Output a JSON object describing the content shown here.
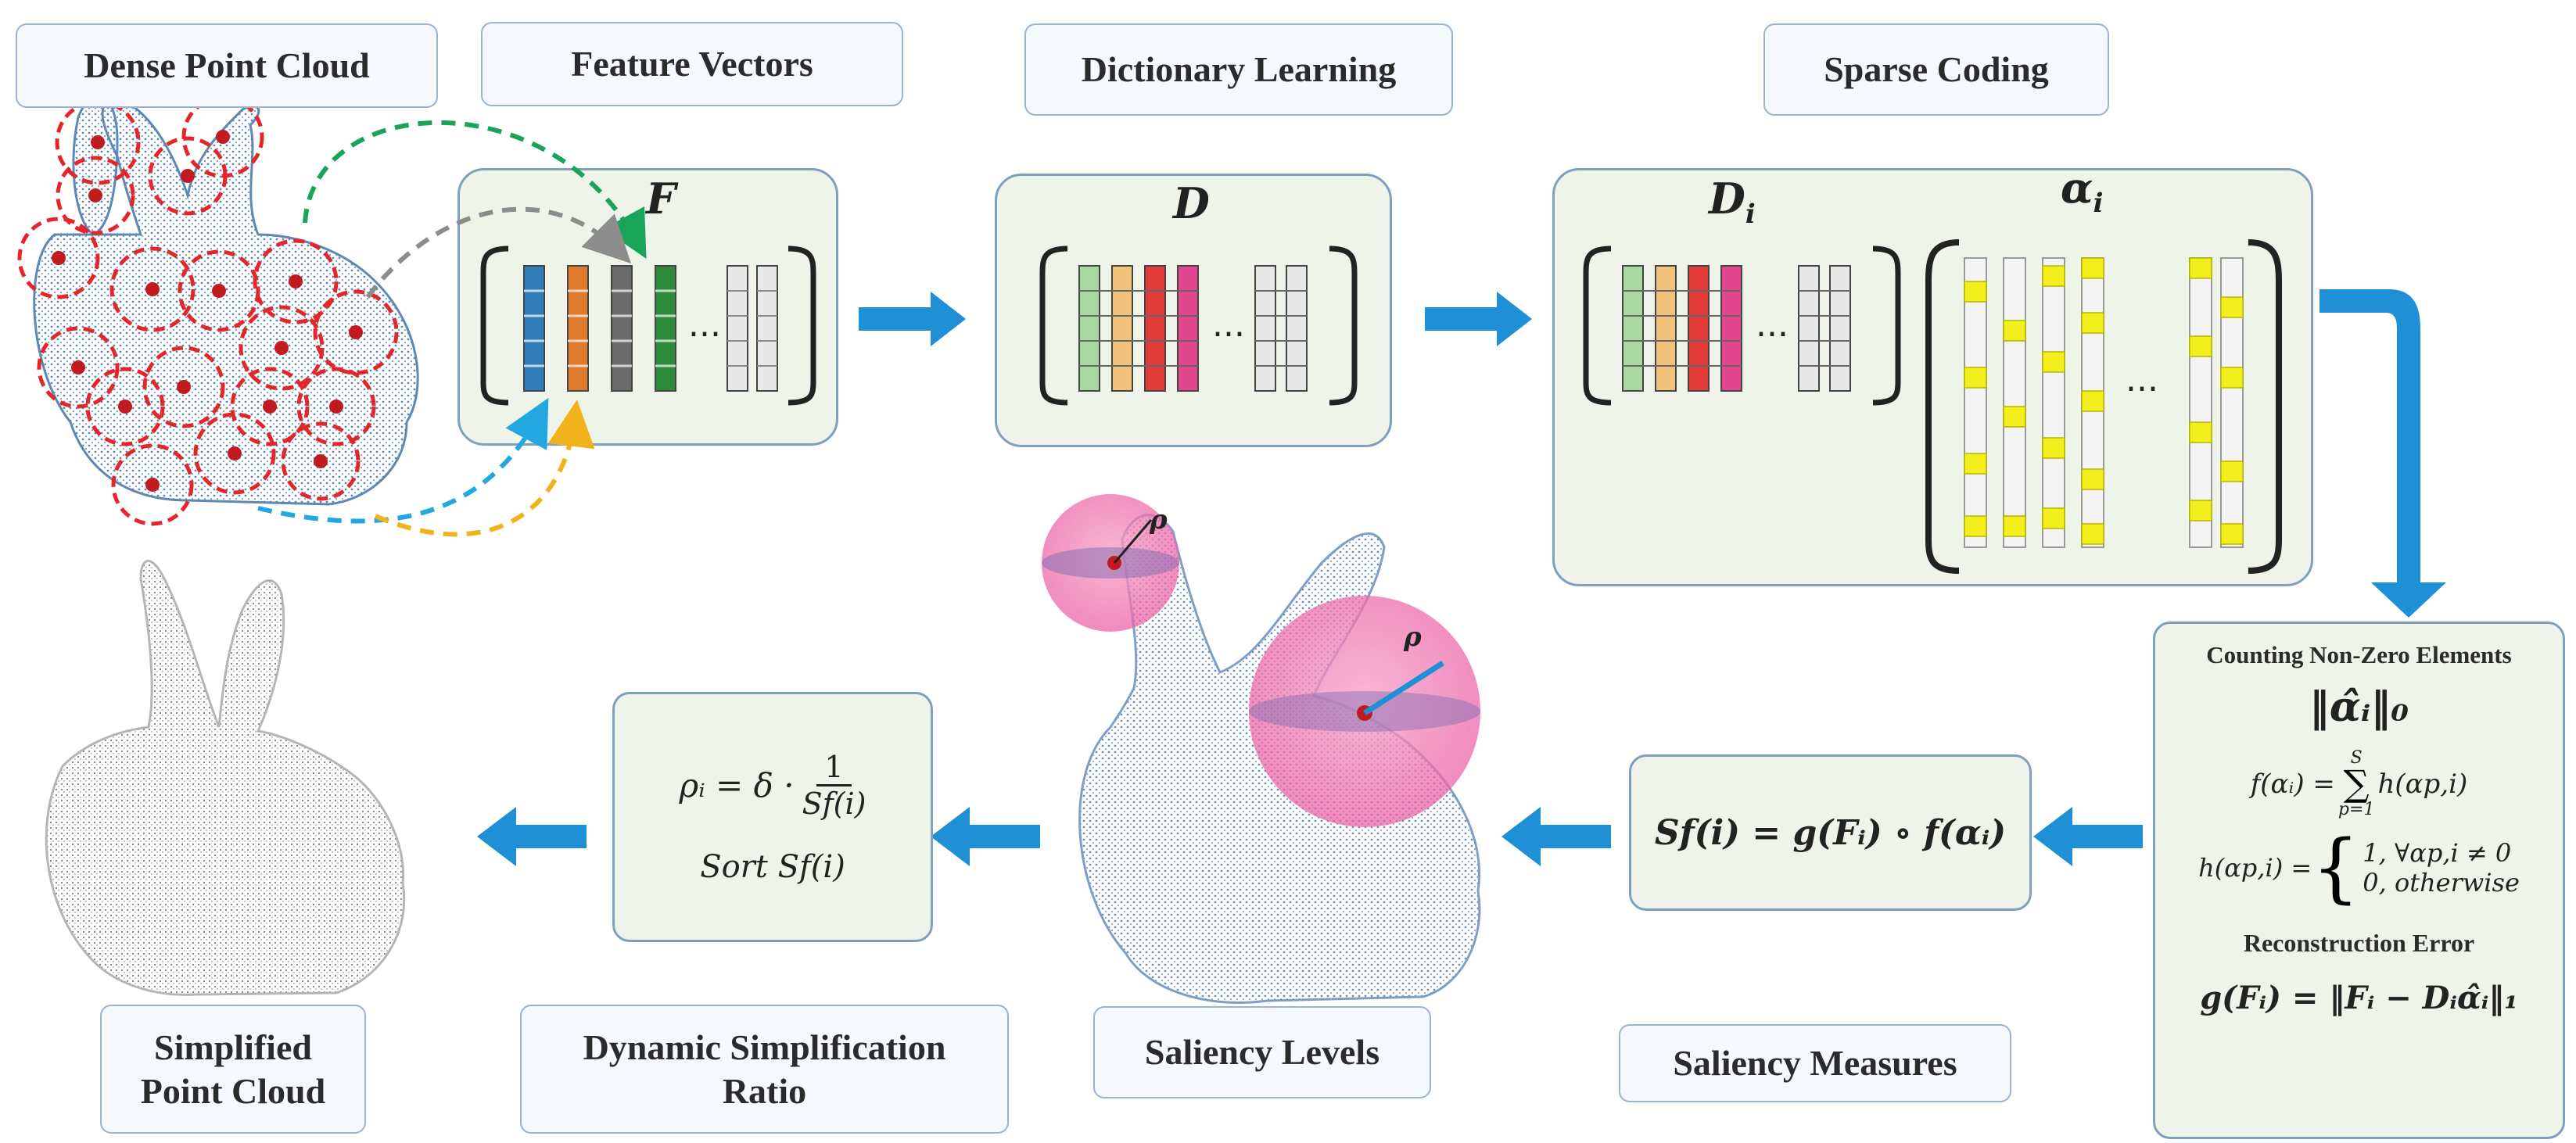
{
  "steps": {
    "dense": "Dense Point Cloud",
    "feature": "Feature Vectors",
    "dictionary": "Dictionary Learning",
    "sparse": "Sparse Coding",
    "simplified_l1": "Simplified",
    "simplified_l2": "Point Cloud",
    "dynamic_l1": "Dynamic Simplification",
    "dynamic_l2": "Ratio",
    "saliency_levels": "Saliency Levels",
    "saliency_measures": "Saliency Measures"
  },
  "matrices": {
    "F": "F",
    "D": "D",
    "Di_base": "D",
    "Di_sub": "i",
    "alpha_base": "α",
    "alpha_sub": "i",
    "ellipsis": "..."
  },
  "counting": {
    "title": "Counting Non-Zero Elements",
    "norm0": "‖α̂ᵢ‖₀",
    "f_lhs": "f(αᵢ) = ",
    "f_sum": "∑",
    "f_sum_top": "S",
    "f_sum_bottom": "p=1",
    "f_rhs": "h(αp,i)",
    "h_lhs": "h(αp,i) = ",
    "h_case1": "1, ∀αp,i ≠ 0",
    "h_case2": "0, otherwise",
    "recon_title": "Reconstruction Error",
    "g_formula": "g(Fᵢ) = ‖Fᵢ − Dᵢα̂ᵢ‖₁"
  },
  "saliency_formula": "Sf(i) = g(Fᵢ) ∘ f(αᵢ)",
  "ratio": {
    "lhs": "ρᵢ =  δ ·",
    "num": "1",
    "den": "Sf(i)",
    "sort": "Sort Sf(i)"
  },
  "rho": "ρ",
  "colors": {
    "arrow": "#1f8fd6",
    "circle": "#e3262a",
    "green_arrow": "#1aa35a",
    "gray_arrow": "#8c8c8c",
    "cyan_arrow": "#22a7e0",
    "yellow_arrow": "#f2b21b",
    "bunny": "#8fb6dc",
    "gray_bunny": "#c9c9c9",
    "pink_sphere": "#f07ab4",
    "yellow_cell": "#f2ef1c"
  }
}
